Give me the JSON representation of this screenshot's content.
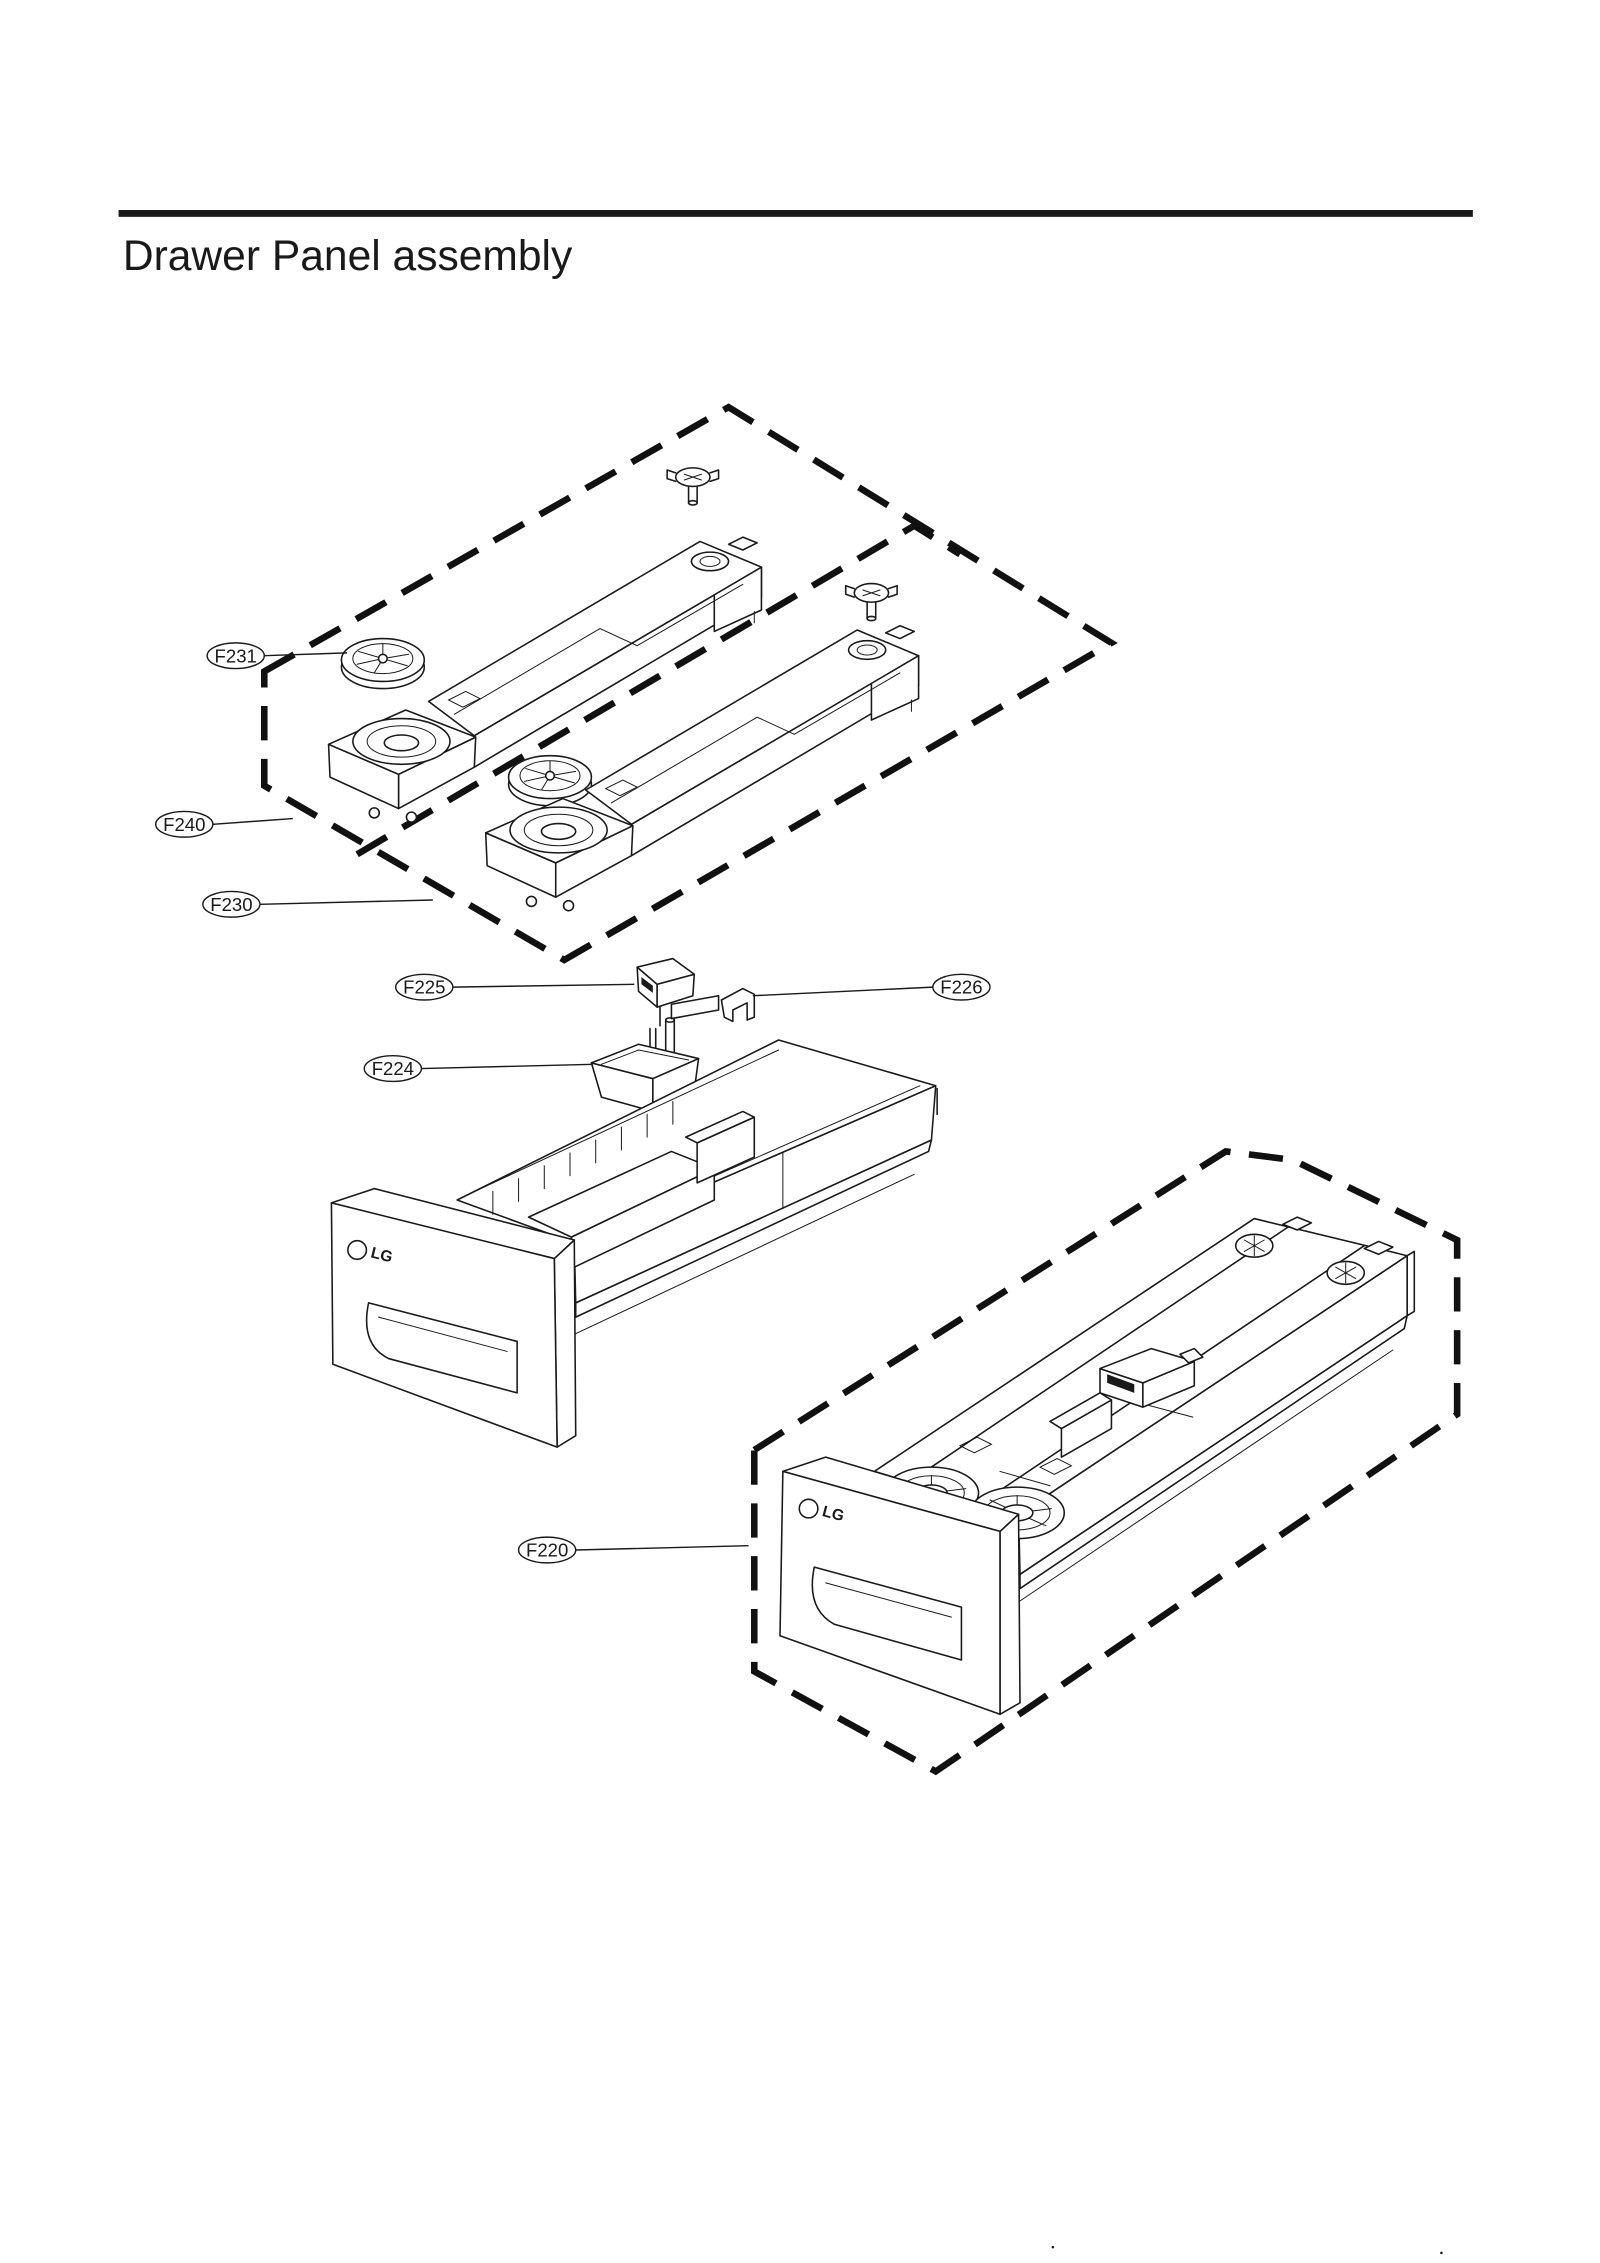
{
  "header": {
    "title": "Drawer Panel assembly"
  },
  "diagram": {
    "callouts": [
      {
        "label": "F231"
      },
      {
        "label": "F240"
      },
      {
        "label": "F230"
      },
      {
        "label": "F225"
      },
      {
        "label": "F226"
      },
      {
        "label": "F224"
      },
      {
        "label": "F220"
      }
    ],
    "logo_text": "LG"
  },
  "colors": {
    "ink": "#1a1a1a",
    "background": "#ffffff"
  }
}
